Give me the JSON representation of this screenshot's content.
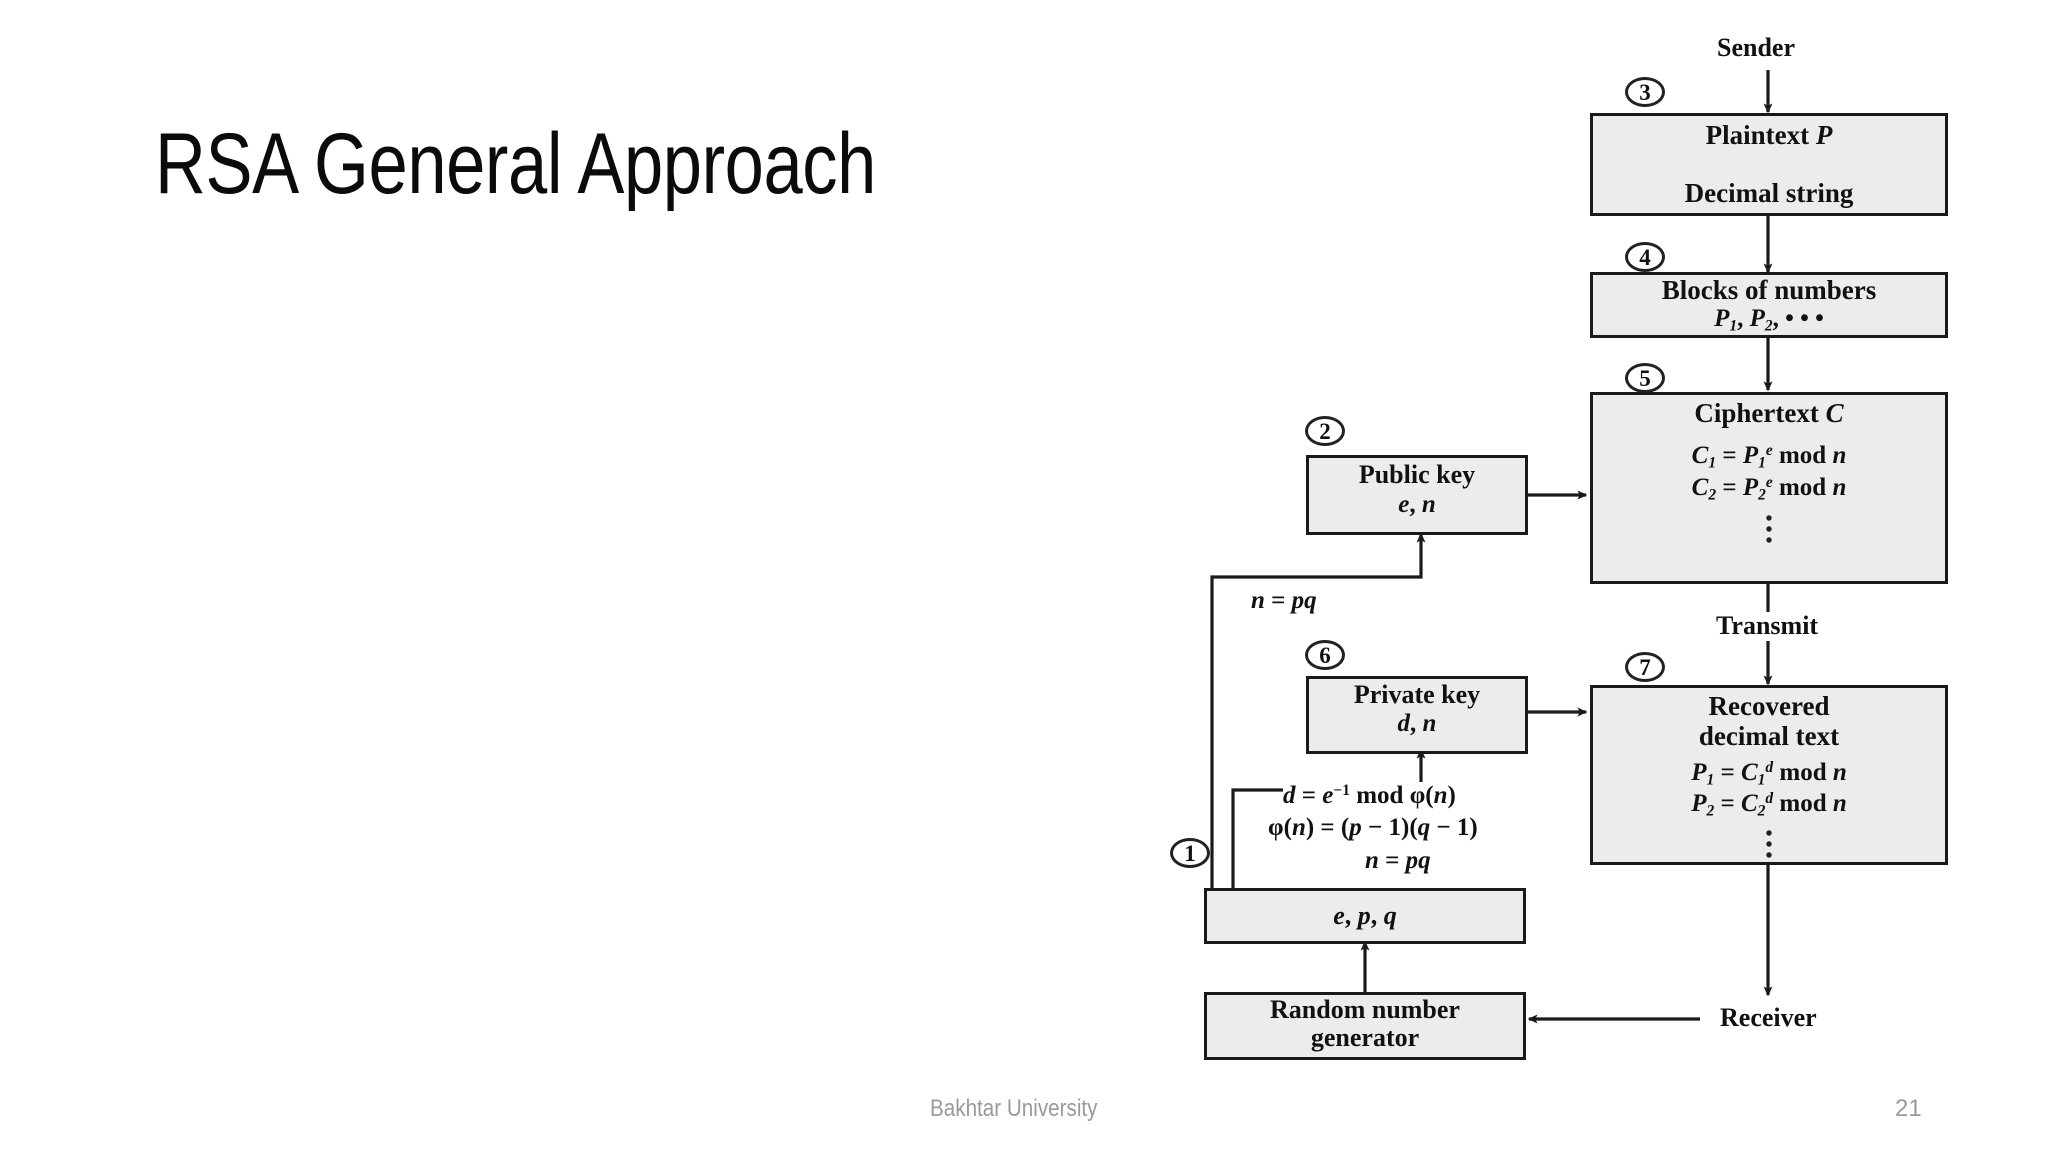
{
  "slide": {
    "title": "RSA General Approach",
    "footer_org": "Bakhtar University",
    "footer_page": "21"
  },
  "diagram": {
    "title": "RSA General Approach flow diagram",
    "endpoint_labels": {
      "sender": "Sender",
      "transmit": "Transmit",
      "receiver": "Receiver"
    },
    "steps": [
      {
        "marker": "①",
        "number": "1",
        "target": "e-p-q-box"
      },
      {
        "marker": "②",
        "number": "2",
        "target": "public-key-box"
      },
      {
        "marker": "③",
        "number": "3",
        "target": "plaintext-box"
      },
      {
        "marker": "④",
        "number": "4",
        "target": "blocks-box"
      },
      {
        "marker": "⑤",
        "number": "5",
        "target": "ciphertext-box"
      },
      {
        "marker": "⑥",
        "number": "6",
        "target": "private-key-box"
      },
      {
        "marker": "⑦",
        "number": "7",
        "target": "recovered-box"
      }
    ],
    "boxes": {
      "plaintext": {
        "line1": "Plaintext",
        "line1_var": "P",
        "line2": "Decimal string"
      },
      "blocks": {
        "line1": "Blocks of numbers",
        "terms": [
          "P",
          "P"
        ],
        "subs": [
          "1",
          "2"
        ],
        "ellipsis": "•  •  •"
      },
      "ciphertext": {
        "heading": "Ciphertext",
        "heading_var": "C",
        "equations": [
          {
            "lhs": "C",
            "lhs_sub": "1",
            "rhs_base": "P",
            "rhs_sub": "1",
            "rhs_sup": "e",
            "op": "mod",
            "mod": "n"
          },
          {
            "lhs": "C",
            "lhs_sub": "2",
            "rhs_base": "P",
            "rhs_sub": "2",
            "rhs_sup": "e",
            "op": "mod",
            "mod": "n"
          }
        ],
        "vdots": "•••"
      },
      "public_key": {
        "line1": "Public key",
        "line2_e": "e",
        "line2_sep": ", ",
        "line2_n": "n"
      },
      "private_key": {
        "line1": "Private key",
        "line2_d": "d",
        "line2_sep": ", ",
        "line2_n": "n"
      },
      "recovered": {
        "line1": "Recovered",
        "line2": "decimal text",
        "equations": [
          {
            "lhs": "P",
            "lhs_sub": "1",
            "rhs_base": "C",
            "rhs_sub": "1",
            "rhs_sup": "d",
            "op": "mod",
            "mod": "n"
          },
          {
            "lhs": "P",
            "lhs_sub": "2",
            "rhs_base": "C",
            "rhs_sub": "2",
            "rhs_sup": "d",
            "op": "mod",
            "mod": "n"
          }
        ],
        "vdots": "•••"
      },
      "seed": {
        "text_e": "e",
        "sep1": ", ",
        "text_p": "p",
        "sep2": ", ",
        "text_q": "q"
      },
      "rng": {
        "line1": "Random number",
        "line2": "generator"
      }
    },
    "annotations": {
      "n_eq_pq_upper": "n = pq",
      "d_formula": "d = e−1 mod φ(n)",
      "phi_formula": "φ(n) = (p − 1)(q − 1)",
      "n_eq_pq_lower": "n = pq"
    },
    "colors": {
      "box_fill": "#ececec",
      "stroke": "#1a1a1a",
      "text": "#111111",
      "footer_text": "#9a9a9a"
    }
  }
}
